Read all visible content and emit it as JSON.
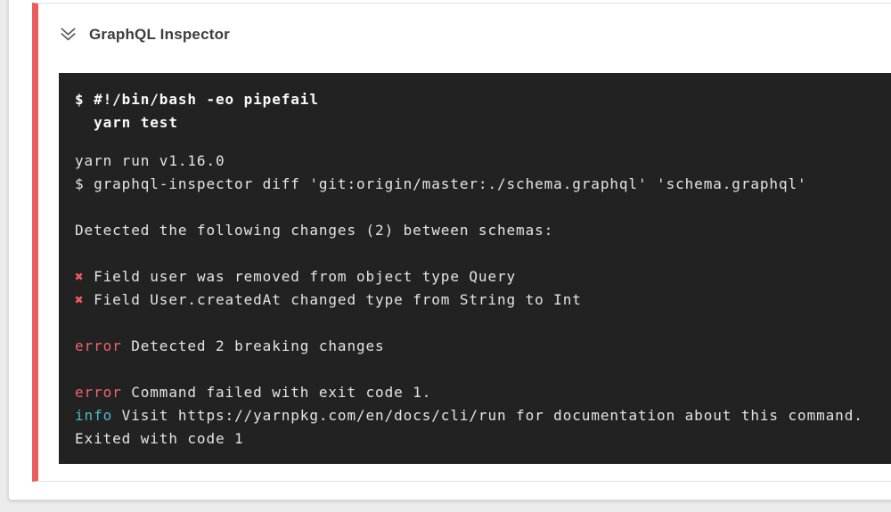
{
  "colors": {
    "page-bg": "#ebebeb",
    "card-bg": "#ffffff",
    "card-border": "#dcdcdc",
    "divider": "#e2e2e2",
    "fail-stripe": "#ea5d5f",
    "title": "#3d3d3d",
    "chevron": "#5f5f5f",
    "terminal-bg": "#222222",
    "terminal-text": "#e4e4e4",
    "terminal-bold": "#fafafa",
    "cross": "#ef5a5f",
    "error": "#ef646a",
    "info": "#4cbac6"
  },
  "step": {
    "title": "GraphQL Inspector",
    "status": "failed",
    "collapse_icon": "double-chevron-down-icon"
  },
  "terminal": {
    "lines": [
      {
        "segments": [
          {
            "text": "$ #!/bin/bash -eo pipefail",
            "style": "bold"
          }
        ]
      },
      {
        "segments": [
          {
            "text": "  yarn test",
            "style": "bold"
          }
        ]
      },
      {
        "blank": "small"
      },
      {
        "segments": [
          {
            "text": "yarn run v1.16.0",
            "style": "plain"
          }
        ]
      },
      {
        "segments": [
          {
            "text": "$ graphql-inspector diff 'git:origin/master:./schema.graphql' 'schema.graphql'",
            "style": "plain"
          }
        ]
      },
      {
        "blank": true
      },
      {
        "segments": [
          {
            "text": "Detected the following changes (2) between schemas:",
            "style": "plain"
          }
        ]
      },
      {
        "blank": true
      },
      {
        "segments": [
          {
            "text": "✖",
            "style": "cross"
          },
          {
            "text": " Field user was removed from object type Query",
            "style": "plain"
          }
        ]
      },
      {
        "segments": [
          {
            "text": "✖",
            "style": "cross"
          },
          {
            "text": " Field User.createdAt changed type from String to Int",
            "style": "plain"
          }
        ]
      },
      {
        "blank": true
      },
      {
        "segments": [
          {
            "text": "error",
            "style": "error"
          },
          {
            "text": " Detected 2 breaking changes",
            "style": "plain"
          }
        ]
      },
      {
        "blank": true
      },
      {
        "segments": [
          {
            "text": "error",
            "style": "error"
          },
          {
            "text": " Command failed with exit code 1.",
            "style": "plain"
          }
        ]
      },
      {
        "segments": [
          {
            "text": "info",
            "style": "info"
          },
          {
            "text": " Visit https://yarnpkg.com/en/docs/cli/run for documentation about this command.",
            "style": "plain"
          }
        ]
      },
      {
        "segments": [
          {
            "text": "Exited with code 1",
            "style": "plain"
          }
        ]
      }
    ]
  }
}
